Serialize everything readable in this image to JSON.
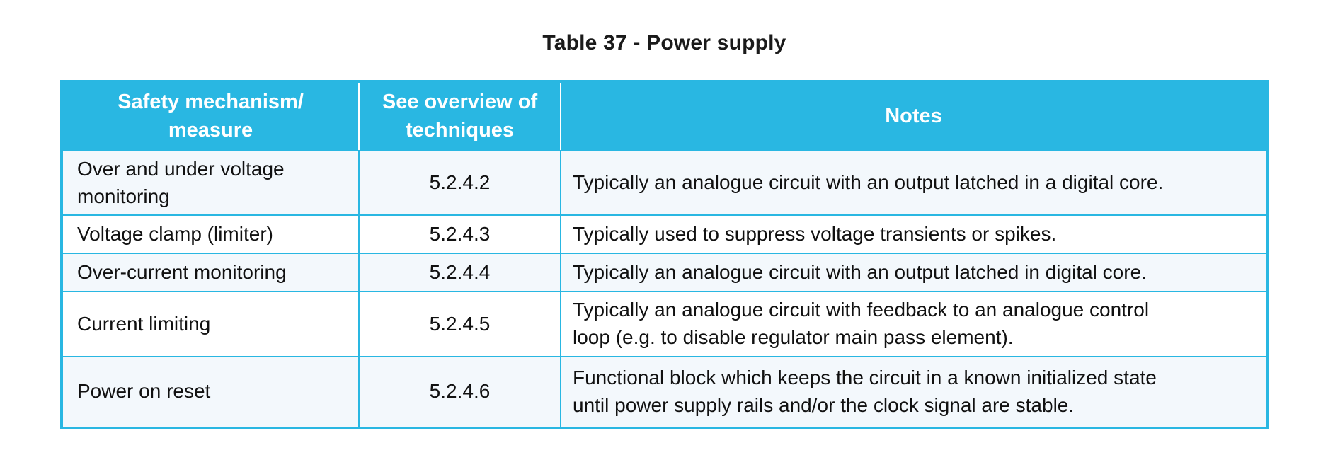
{
  "title": "Table 37 - Power supply",
  "colors": {
    "accent": "#29b7e2",
    "row_alt": "#f3f8fc",
    "row_plain": "#ffffff",
    "header_text": "#ffffff",
    "body_text": "#111111"
  },
  "table": {
    "headers": {
      "mechanism": "Safety mechanism/\nmeasure",
      "reference": "See overview of\ntechniques",
      "notes": "Notes"
    },
    "rows": [
      {
        "mechanism": "Over and under voltage\nmonitoring",
        "reference": "5.2.4.2",
        "notes": "Typically an analogue circuit with an output latched in a digital core."
      },
      {
        "mechanism": "Voltage clamp (limiter)",
        "reference": "5.2.4.3",
        "notes": "Typically used to suppress voltage transients or spikes."
      },
      {
        "mechanism": "Over-current monitoring",
        "reference": "5.2.4.4",
        "notes": "Typically an analogue circuit with an output latched in digital core."
      },
      {
        "mechanism": "Current limiting",
        "reference": "5.2.4.5",
        "notes": "Typically an analogue circuit with feedback to an analogue control\nloop (e.g. to disable regulator main pass element)."
      },
      {
        "mechanism": "Power on reset",
        "reference": "5.2.4.6",
        "notes": "Functional block which keeps the circuit in a known initialized state\nuntil power supply rails and/or the clock signal are stable."
      }
    ]
  }
}
